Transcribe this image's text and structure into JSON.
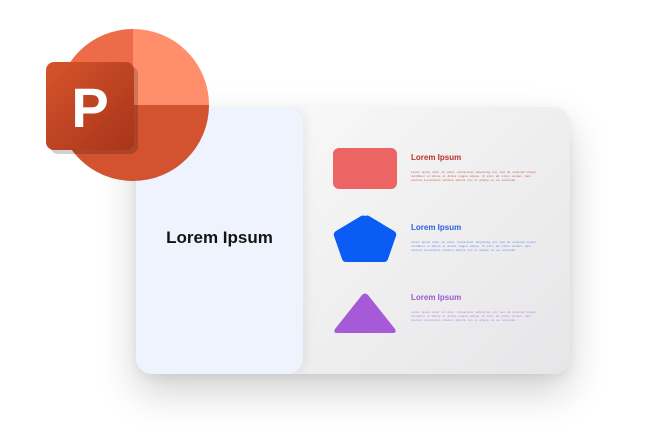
{
  "slide": {
    "title": "Lorem Ipsum",
    "items": [
      {
        "heading": "Lorem Ipsum",
        "body": "Lorem ipsum dolor sit amet, consectetur adipiscing elit, sed do eiusmod tempor incididunt ut labore et dolore magna aliqua. Ut enim ad minim veniam, quis nostrud exercitation ullamco laboris nisi ut aliquip ex ea commodo.",
        "shape": "rounded-rectangle",
        "color": "#ec6464"
      },
      {
        "heading": "Lorem Ipsum",
        "body": "Lorem ipsum dolor sit amet, consectetur adipiscing elit, sed do eiusmod tempor incididunt ut labore et dolore magna aliqua. Ut enim ad minim veniam, quis nostrud exercitation ullamco laboris nisi ut aliquip ex ea commodo.",
        "shape": "pentagon",
        "color": "#0a5cf5"
      },
      {
        "heading": "Lorem Ipsum",
        "body": "Lorem ipsum dolor sit amet, consectetur adipiscing elit, sed do eiusmod tempor incididunt ut labore et dolore magna aliqua. Ut enim ad minim veniam, quis nostrud exercitation ullamco laboris nisi ut aliquip ex ea commodo.",
        "shape": "triangle",
        "color": "#a65ad8"
      }
    ]
  },
  "logo": {
    "icon": "powerpoint-logo-icon",
    "letter": "P",
    "colors": {
      "top_left": "#ec6c4a",
      "top_right": "#ff8f6b",
      "bottom": "#d35230",
      "tile": "#c43e1c"
    }
  }
}
